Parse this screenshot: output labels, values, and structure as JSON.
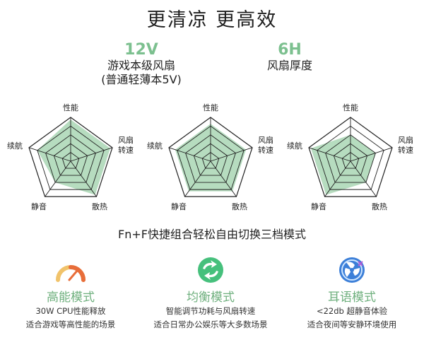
{
  "title": "更清凉 更高效",
  "specs": [
    {
      "value": "12V",
      "label_line1": "游戏本级风扇",
      "label_line2": "(普通轻薄本5V)"
    },
    {
      "value": "6H",
      "label_line1": "风扇厚度"
    }
  ],
  "radar_axes": {
    "top": "性能",
    "right_line1": "风扇",
    "right_line2": "转速",
    "bottom_right": "散热",
    "bottom_left": "静音",
    "left": "续航"
  },
  "tagline": "Fn+F快捷组合轻松自由切换三档模式",
  "modes": [
    {
      "name": "高能模式",
      "line1": "30W CPU性能释放",
      "line2": "适合游戏等高性能的场景",
      "icon": "speedometer-icon"
    },
    {
      "name": "均衡模式",
      "line1": "智能调节功耗与风扇转速",
      "line2": "适合日常办公娱乐等大多数场景",
      "icon": "balance-cycle-icon"
    },
    {
      "name": "耳语模式",
      "line1": "<22db 超静音体验",
      "line2": "适合夜间等安静环境使用",
      "icon": "quiet-fan-icon"
    }
  ],
  "chart_data": [
    {
      "type": "radar",
      "axes": [
        "性能",
        "风扇转速",
        "散热",
        "静音",
        "续航"
      ],
      "values": [
        0.95,
        0.95,
        0.95,
        0.6,
        0.8
      ]
    },
    {
      "type": "radar",
      "axes": [
        "性能",
        "风扇转速",
        "散热",
        "静音",
        "续航"
      ],
      "values": [
        0.85,
        0.85,
        0.85,
        0.85,
        0.85
      ]
    },
    {
      "type": "radar",
      "axes": [
        "性能",
        "风扇转速",
        "散热",
        "静音",
        "续航"
      ],
      "values": [
        0.6,
        0.6,
        0.6,
        0.95,
        0.95
      ]
    }
  ],
  "colors": {
    "accent": "#7cc08f",
    "fill": "#a9d6b4",
    "grid": "#222222"
  }
}
